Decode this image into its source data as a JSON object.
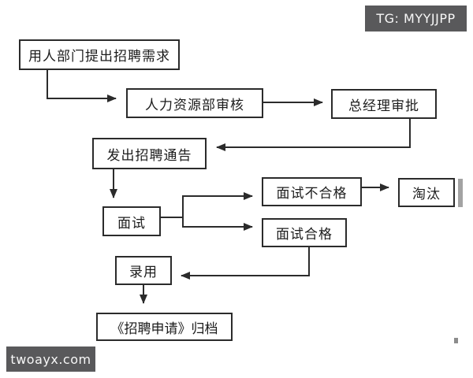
{
  "watermarks": {
    "top_right": {
      "label": "TG: MYYJJPP",
      "bg": "#59595b",
      "text_color": "#f7f7f7"
    },
    "bottom_left": {
      "label": "twoayx.com",
      "bg": "#59595b",
      "text_color": "#f7f7f7"
    }
  },
  "colors": {
    "background": "#ffffff",
    "line": "#2b2b2b",
    "box_border": "#2b2b2b",
    "box_text": "#1c1c1c"
  },
  "flowchart": {
    "nodes": [
      {
        "id": "request",
        "label": "用人部门提出招聘需求"
      },
      {
        "id": "hr-review",
        "label": "人力资源部审核"
      },
      {
        "id": "gm-approval",
        "label": "总经理审批"
      },
      {
        "id": "announcement",
        "label": "发出招聘通告"
      },
      {
        "id": "interview",
        "label": "面试"
      },
      {
        "id": "interview-fail",
        "label": "面试不合格"
      },
      {
        "id": "eliminated",
        "label": "淘汰"
      },
      {
        "id": "interview-pass",
        "label": "面试合格"
      },
      {
        "id": "hired",
        "label": "录用"
      },
      {
        "id": "archive",
        "label": "《招聘申请》归档"
      }
    ],
    "edges": [
      {
        "from": "request",
        "to": "hr-review"
      },
      {
        "from": "hr-review",
        "to": "gm-approval"
      },
      {
        "from": "gm-approval",
        "to": "announcement"
      },
      {
        "from": "announcement",
        "to": "interview"
      },
      {
        "from": "interview",
        "to": "interview-fail"
      },
      {
        "from": "interview",
        "to": "interview-pass"
      },
      {
        "from": "interview-fail",
        "to": "eliminated"
      },
      {
        "from": "interview-pass",
        "to": "hired"
      },
      {
        "from": "hired",
        "to": "archive"
      }
    ]
  }
}
